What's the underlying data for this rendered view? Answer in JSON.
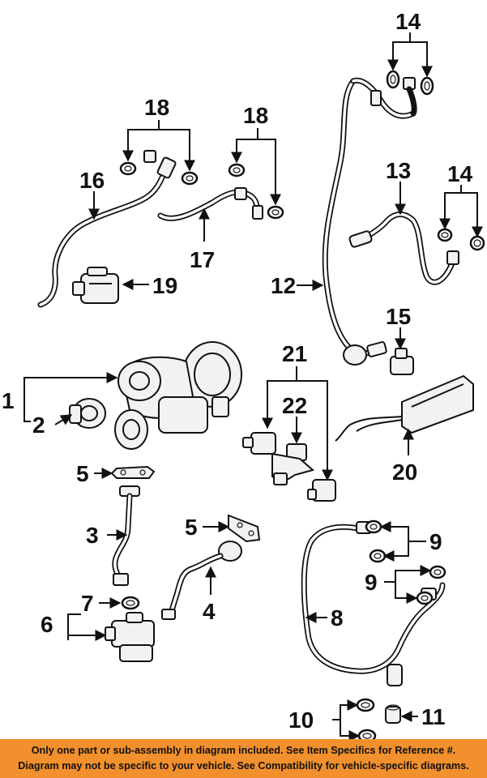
{
  "colors": {
    "disclaimer_background": "#f2902e",
    "line": "#111111"
  },
  "callouts": {
    "c1": "1",
    "c2": "2",
    "c3": "3",
    "c4": "4",
    "c5a": "5",
    "c5b": "5",
    "c6": "6",
    "c7": "7",
    "c8": "8",
    "c9a": "9",
    "c9b": "9",
    "c10": "10",
    "c11": "11",
    "c12": "12",
    "c13": "13",
    "c14a": "14",
    "c14b": "14",
    "c15": "15",
    "c16": "16",
    "c17": "17",
    "c18a": "18",
    "c18b": "18",
    "c19": "19",
    "c20": "20",
    "c21": "21",
    "c22": "22"
  },
  "disclaimer": {
    "line1": "Only one part or sub-assembly in diagram included. See Item Specifics for Reference #.",
    "line2": "Diagram may not be specific to your vehicle. See Compatibility for vehicle-specific diagrams."
  }
}
